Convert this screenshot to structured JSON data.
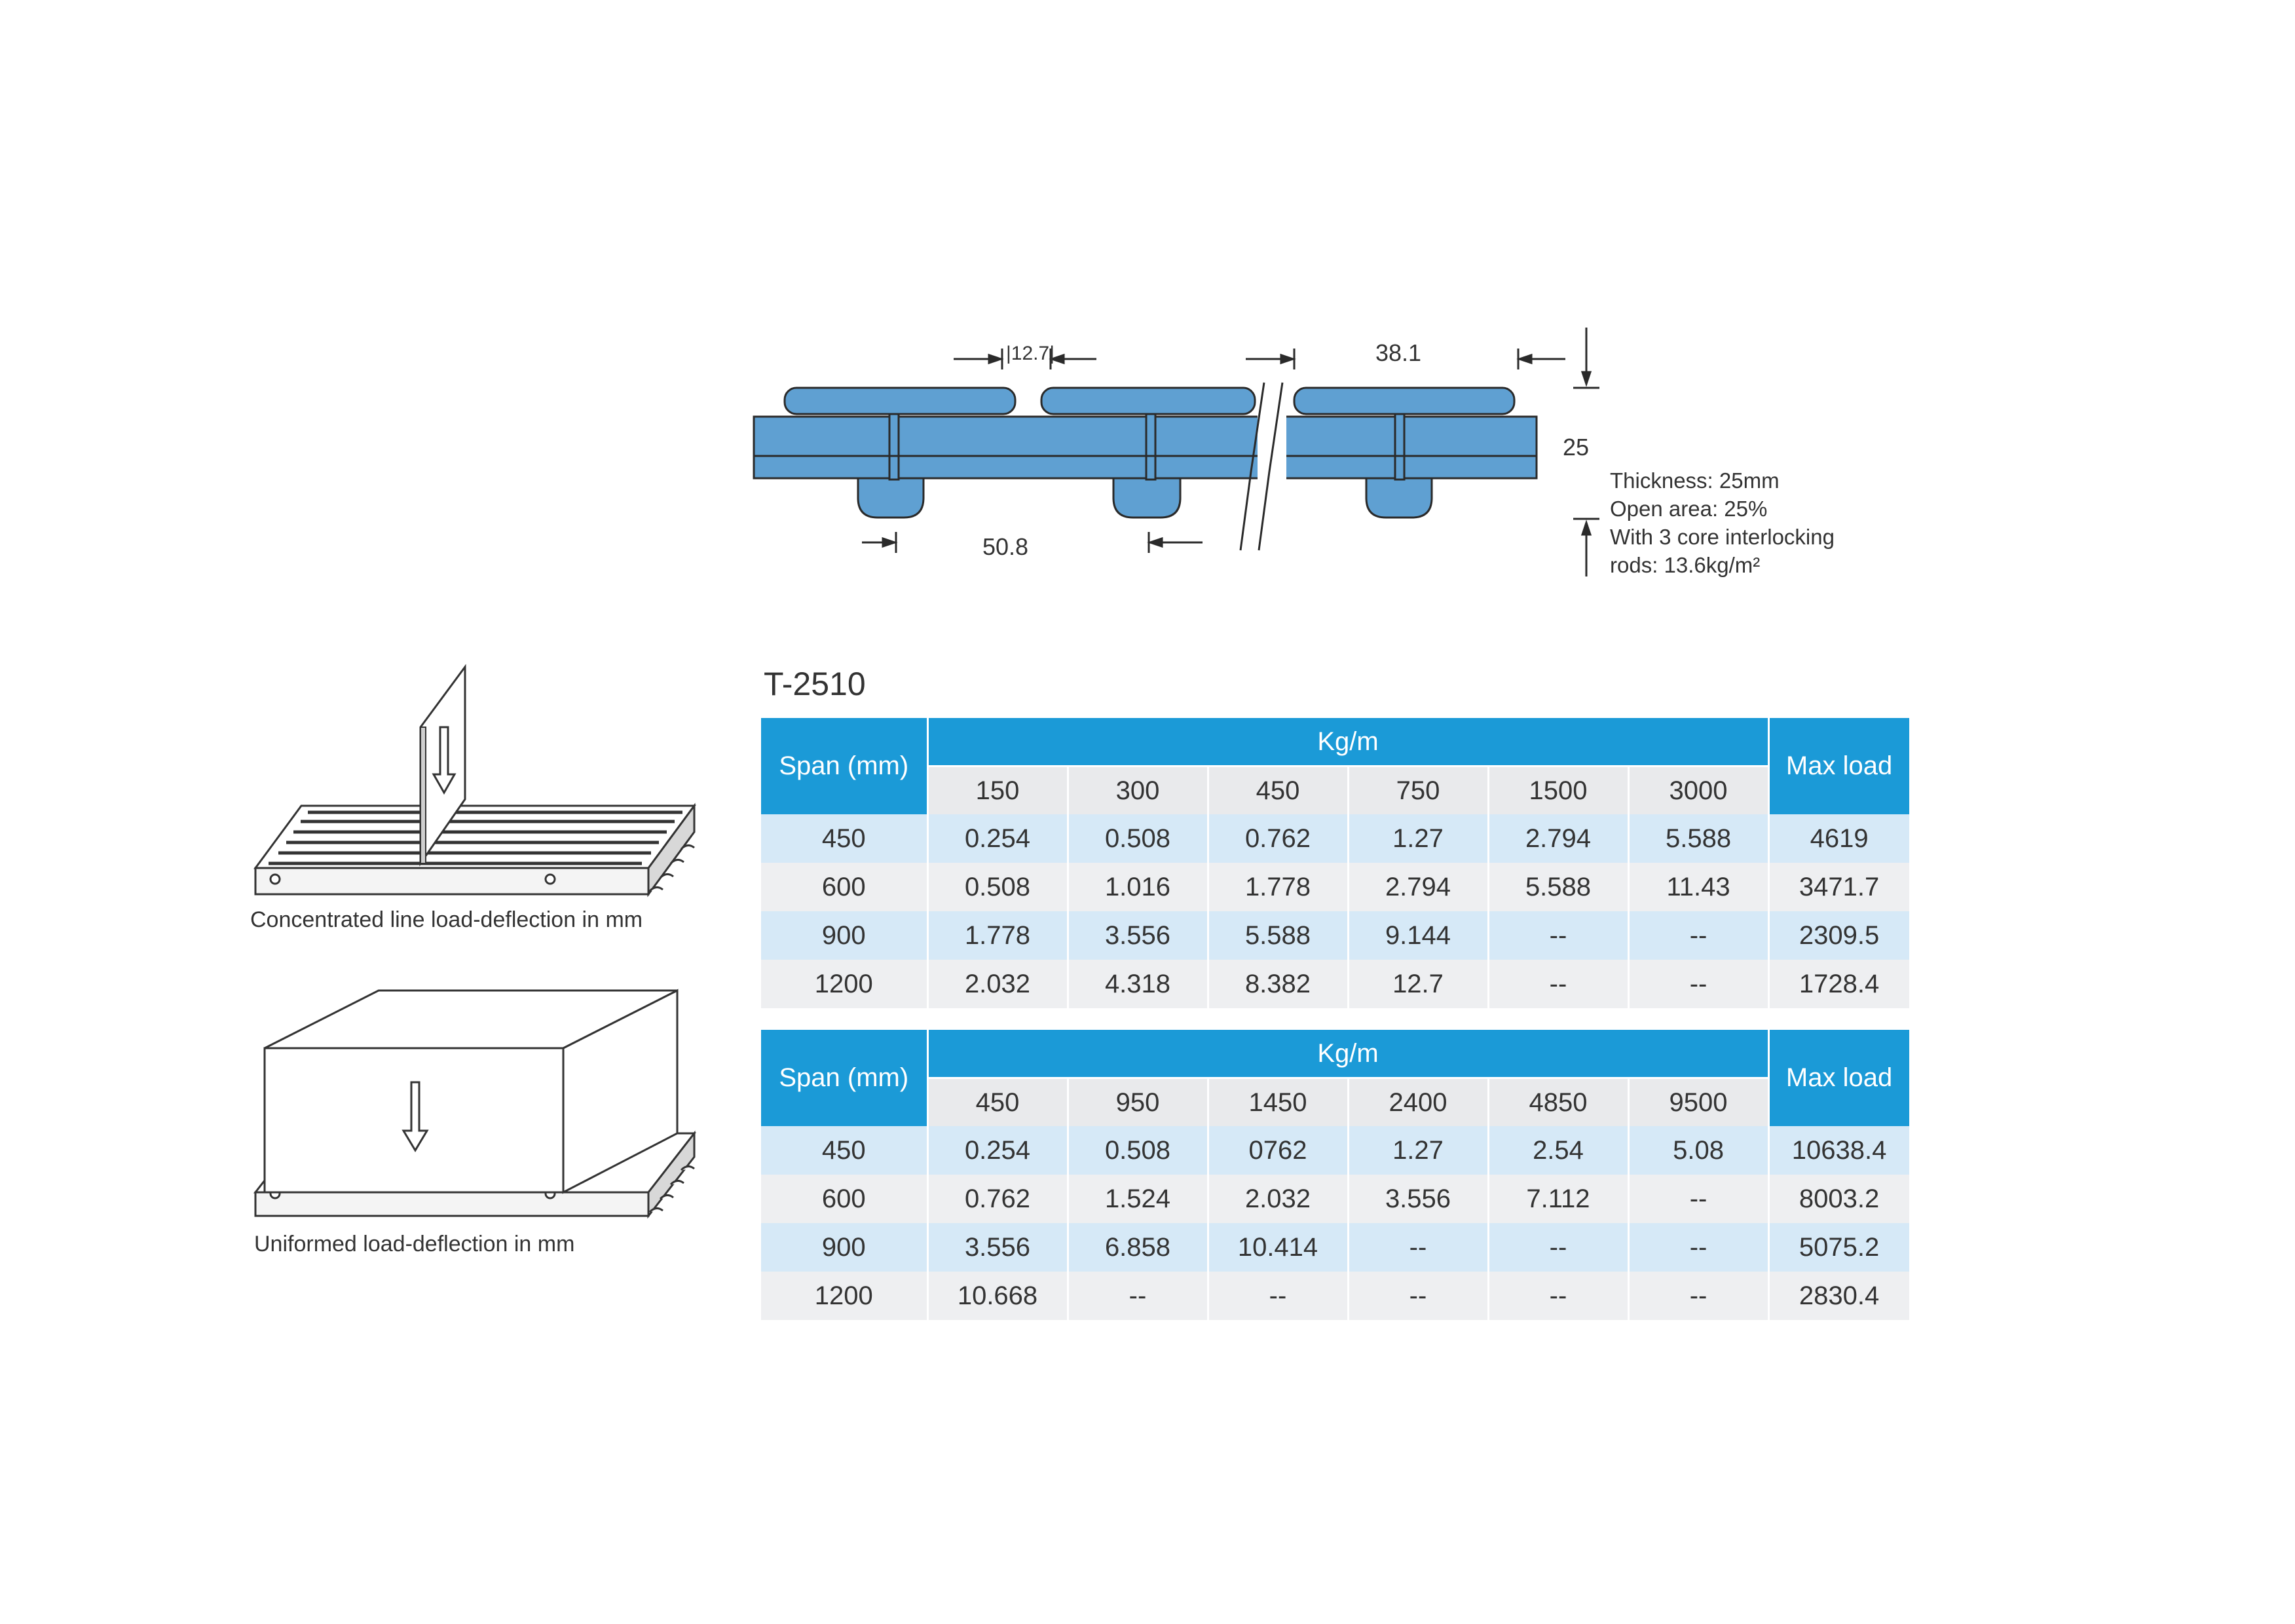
{
  "profile": {
    "dim_top_pitch": "12.7",
    "dim_top_right": "38.1",
    "dim_bottom": "50.8",
    "dim_height": "25",
    "specs": [
      "Thickness: 25mm",
      "Open area: 25%",
      "With 3 core interlocking",
      "rods: 13.6kg/m²"
    ]
  },
  "model": "T-2510",
  "illustrations": {
    "line_load_caption": "Concentrated line load-deflection in mm",
    "uniform_load_caption": "Uniformed load-deflection in mm"
  },
  "table1": {
    "span_header": "Span (mm)",
    "kgm_header": "Kg/m",
    "maxload_header": "Max load",
    "loads": [
      "150",
      "300",
      "450",
      "750",
      "1500",
      "3000"
    ],
    "rows": [
      {
        "span": "450",
        "values": [
          "0.254",
          "0.508",
          "0.762",
          "1.27",
          "2.794",
          "5.588"
        ],
        "max": "4619"
      },
      {
        "span": "600",
        "values": [
          "0.508",
          "1.016",
          "1.778",
          "2.794",
          "5.588",
          "11.43"
        ],
        "max": "3471.7"
      },
      {
        "span": "900",
        "values": [
          "1.778",
          "3.556",
          "5.588",
          "9.144",
          "--",
          "--"
        ],
        "max": "2309.5"
      },
      {
        "span": "1200",
        "values": [
          "2.032",
          "4.318",
          "8.382",
          "12.7",
          "--",
          "--"
        ],
        "max": "1728.4"
      }
    ]
  },
  "table2": {
    "span_header": "Span (mm)",
    "kgm_header": "Kg/m",
    "maxload_header": "Max load",
    "loads": [
      "450",
      "950",
      "1450",
      "2400",
      "4850",
      "9500"
    ],
    "rows": [
      {
        "span": "450",
        "values": [
          "0.254",
          "0.508",
          "0762",
          "1.27",
          "2.54",
          "5.08"
        ],
        "max": "10638.4"
      },
      {
        "span": "600",
        "values": [
          "0.762",
          "1.524",
          "2.032",
          "3.556",
          "7.112",
          "--"
        ],
        "max": "8003.2"
      },
      {
        "span": "900",
        "values": [
          "3.556",
          "6.858",
          "10.414",
          "--",
          "--",
          "--"
        ],
        "max": "5075.2"
      },
      {
        "span": "1200",
        "values": [
          "10.668",
          "--",
          "--",
          "--",
          "--",
          "--"
        ],
        "max": "2830.4"
      }
    ]
  },
  "colors": {
    "header_blue": "#1b9ad7",
    "row_blue": "#d6e9f7",
    "row_gray": "#eeeff1",
    "profile_fill": "#5b9bd5"
  }
}
